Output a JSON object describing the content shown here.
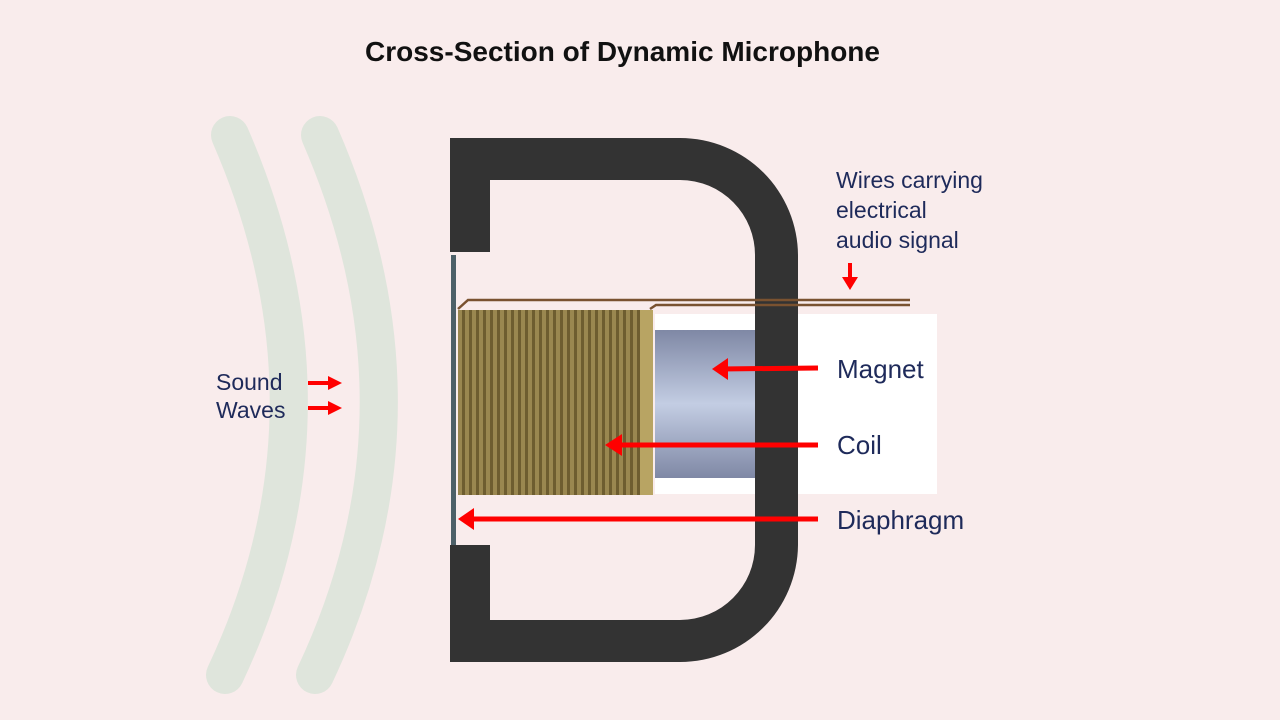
{
  "title": "Cross-Section of Dynamic Microphone",
  "labels": {
    "wires": [
      "Wires carrying",
      "electrical",
      "audio signal"
    ],
    "magnet": "Magnet",
    "coil": "Coil",
    "diaphragm": "Diaphragm",
    "sound_waves": [
      "Sound",
      "Waves"
    ]
  },
  "colors": {
    "housing": "#333333",
    "arrow": "#ff0000",
    "coil": "#8b7a45",
    "label": "#1e2a5a"
  }
}
